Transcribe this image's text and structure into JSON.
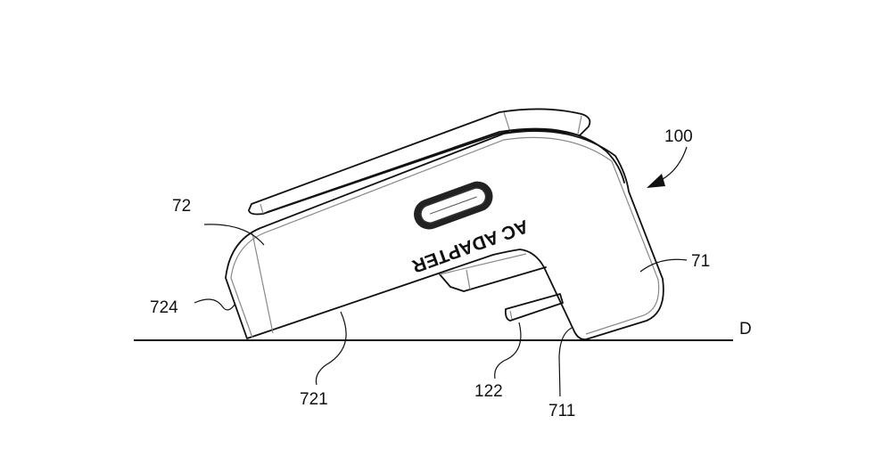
{
  "figure": {
    "device_text": "AC ADAPTER",
    "labels": {
      "assembly": "100",
      "housing_top": "72",
      "housing_side": "71",
      "end_face": "724",
      "bottom_face": "721",
      "plug": "122",
      "foot": "711",
      "direction": "D"
    }
  }
}
